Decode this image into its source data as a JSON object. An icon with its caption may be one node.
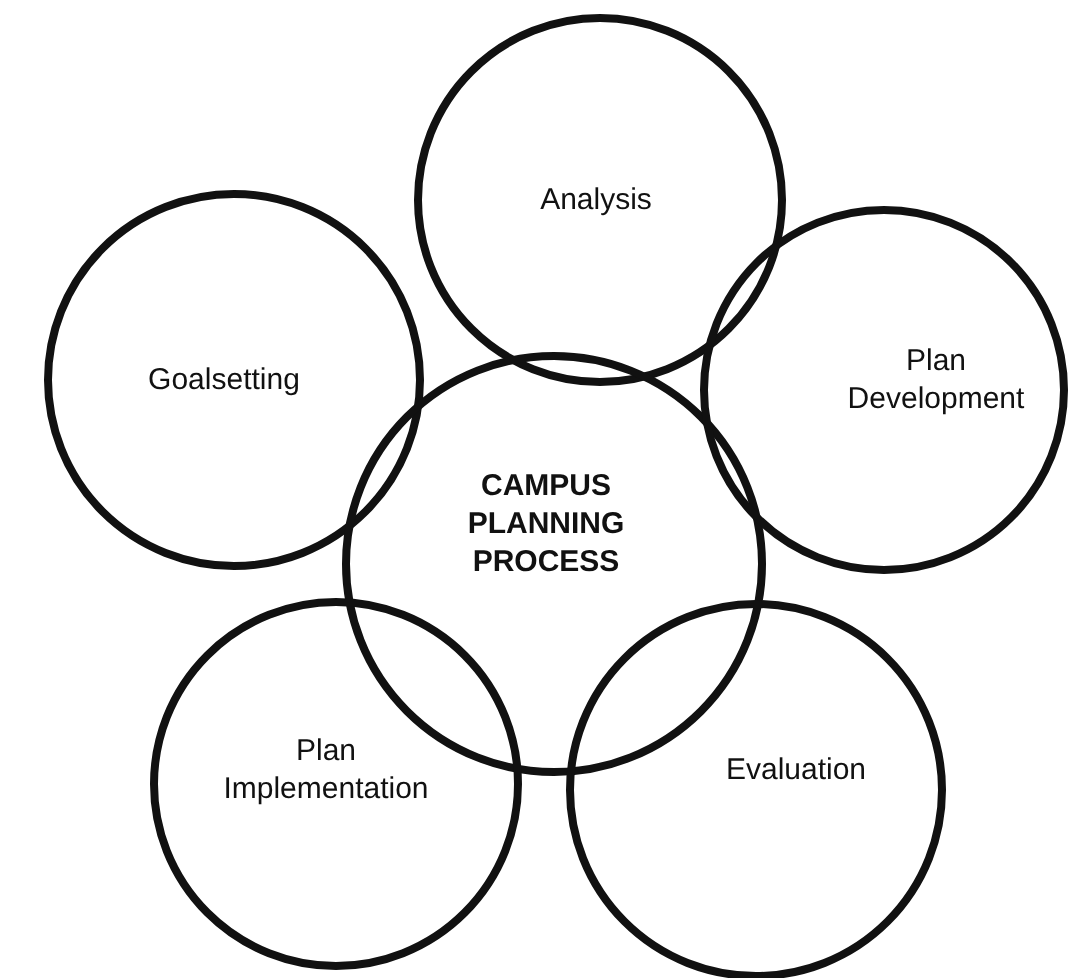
{
  "diagram": {
    "nodes": [
      {
        "text": [
          "Analysis"
        ]
      },
      {
        "text": [
          "Goalsetting"
        ]
      },
      {
        "text": [
          "CAMPUS PLANNING PROCESS"
        ]
      },
      {
        "text": [
          "Plan Development"
        ]
      },
      {
        "text": [
          "Plan Implementation"
        ]
      },
      {
        "text": [
          "Evaluation"
        ]
      }
    ]
  }
}
